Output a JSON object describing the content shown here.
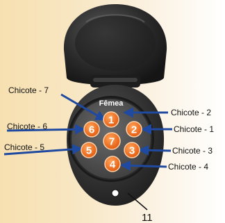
{
  "connector": {
    "label": "Fêmea",
    "part_number": "11"
  },
  "pins": [
    {
      "number": "1"
    },
    {
      "number": "2"
    },
    {
      "number": "3"
    },
    {
      "number": "4"
    },
    {
      "number": "5"
    },
    {
      "number": "6"
    },
    {
      "number": "7"
    }
  ],
  "wires": [
    {
      "label": "Chicote - 7"
    },
    {
      "label": "Chicote - 6"
    },
    {
      "label": "Chicote - 5"
    },
    {
      "label": "Chicote - 2"
    },
    {
      "label": "Chicote - 1"
    },
    {
      "label": "Chicote - 3"
    },
    {
      "label": "Chicote - 4"
    }
  ],
  "colors": {
    "pin_fill": "#f06a1b",
    "arrow": "#1f4aa0",
    "housing": "#2a2a2a",
    "face": "#4a4a4a"
  }
}
